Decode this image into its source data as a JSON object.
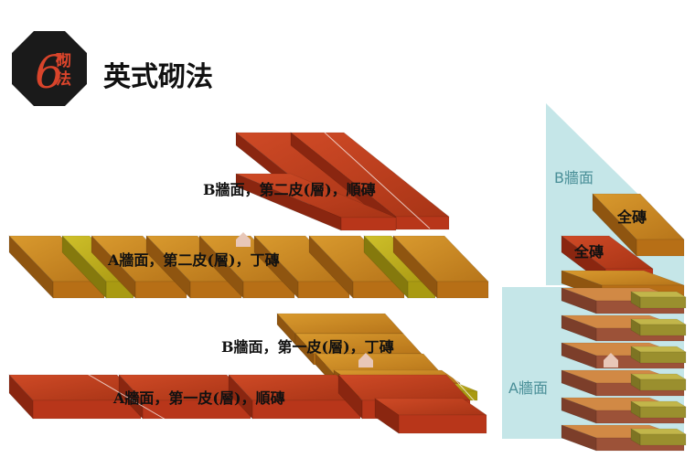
{
  "header": {
    "badge_number": "6",
    "badge_text_1": "砌",
    "badge_text_2": "法",
    "title": "英式砌法"
  },
  "labels": {
    "b_course2": "B牆面，第二皮(層)，順磚",
    "a_course2": "A牆面，第二皮(層)，丁磚",
    "b_course1": "B牆面，第一皮(層)，丁磚",
    "a_course1": "A牆面，第一皮(層)，順磚"
  },
  "corner": {
    "b_wall": "B牆面",
    "a_wall": "A牆面",
    "full_brick_upper": "全磚",
    "full_brick_lower": "全磚"
  },
  "colors": {
    "badge_bg": "#1a1a1a",
    "badge_text": "#d9442b",
    "red_brick": "#c0391b",
    "orange_brick": "#c7791c",
    "olive_brick": "#b9a915",
    "wall_panel": "#bfe3e6",
    "wall_text": "#4a8f98"
  }
}
